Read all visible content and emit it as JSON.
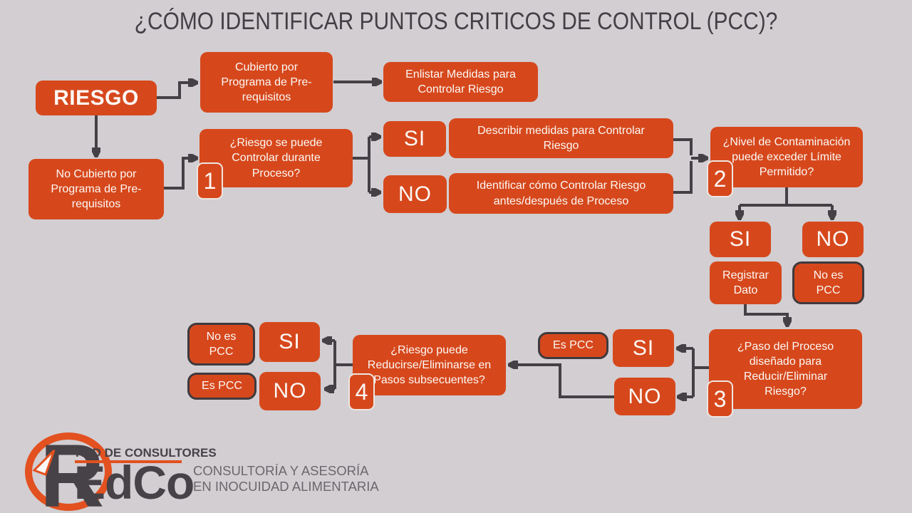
{
  "title": "¿CÓMO IDENTIFICAR PUNTOS CRITICOS DE CONTROL (PCC)?",
  "colors": {
    "background": "#D2CED2",
    "accent_orange": "#D6481C",
    "connector_gray": "#454045",
    "outline_dark": "#3E3A3E",
    "logo_orange": "#E2511F",
    "logo_dark": "#474247"
  },
  "nodes": {
    "riesgo": {
      "label": "RIESGO"
    },
    "cubierto": {
      "label": "Cubierto por Programa de Pre-requisitos"
    },
    "enlistar": {
      "label": "Enlistar Medidas para Controlar Riesgo"
    },
    "no_cubierto": {
      "label": "No Cubierto por Programa de Pre-requisitos"
    },
    "q1": {
      "label": "¿Riesgo se puede Controlar durante Proceso?"
    },
    "q1_si": {
      "label": "SI"
    },
    "q1_no": {
      "label": "NO"
    },
    "describir": {
      "label": "Describir medidas para Controlar Riesgo"
    },
    "identificar": {
      "label": "Identificar cómo Controlar Riesgo antes/después de Proceso"
    },
    "q2": {
      "label": "¿Nivel de Contaminación puede exceder Límite Permitido?"
    },
    "q2_si": {
      "label": "SI"
    },
    "q2_no": {
      "label": "NO"
    },
    "registrar": {
      "label": "Registrar Dato"
    },
    "q2_no_es_pcc": {
      "label": "No es PCC"
    },
    "q3": {
      "label": "¿Paso del Proceso diseñado para Reducir/Eliminar Riesgo?"
    },
    "q3_es_pcc": {
      "label": "Es PCC"
    },
    "q3_si": {
      "label": "SI"
    },
    "q3_no": {
      "label": "NO"
    },
    "q4": {
      "label": "¿Riesgo puede Reducirse/Eliminarse en Pasos subsecuentes?"
    },
    "q4_no_es_pcc": {
      "label": "No es PCC"
    },
    "q4_si": {
      "label": "SI"
    },
    "q4_es_pcc": {
      "label": "Es PCC"
    },
    "q4_no": {
      "label": "NO"
    }
  },
  "badges": {
    "step1": "1",
    "step2": "2",
    "step3": "3",
    "step4": "4"
  },
  "logo": {
    "monogram": "R",
    "line1": "RED DE CONSULTORES",
    "wordmark": "EdCo",
    "tagline_line1": "CONSULTORÍA Y ASESORÍA",
    "tagline_line2": "EN INOCUIDAD ALIMENTARIA"
  }
}
